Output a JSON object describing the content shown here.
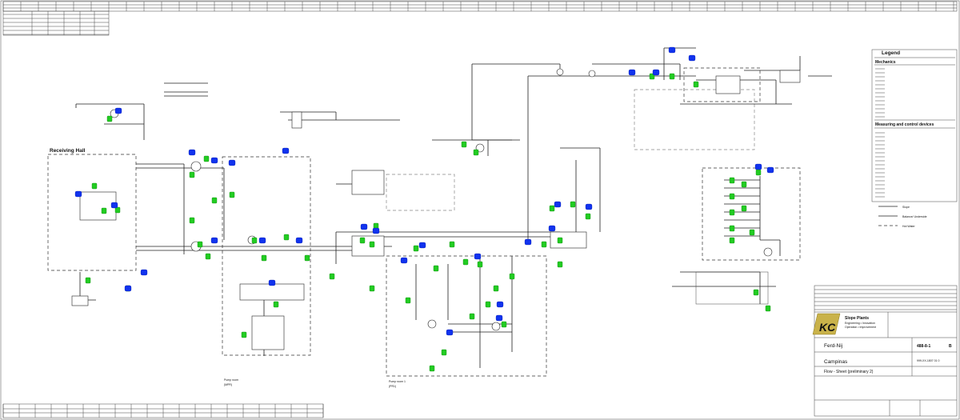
{
  "legend": {
    "title": "Legend",
    "mechanics_title": "Mechanics",
    "measuring_title": "Measuring and control devices",
    "line_types": [
      "Slope",
      "Balance/ Underside",
      "Hot Water"
    ]
  },
  "areas": {
    "receiving_hall": "Receiving Hall",
    "pump_room_left": "Pump room",
    "pump_room_left_code": "(MPR)",
    "pump_room_1": "Pump room 1",
    "pump_room_1_code": "(PR1)"
  },
  "title_block": {
    "company": "Slope Plants",
    "company_sub1": "Engineering • Innovation",
    "company_sub2": "Operation • Improvement",
    "project": "Ferd-Nij",
    "drawing_no": "488-8-1",
    "revision": "B",
    "client": "Campinas",
    "ref": "999-XX-1807 01 0",
    "title": "Flow - Sheet (preliminary 2)"
  },
  "colors": {
    "instrument_green": "#22cc22",
    "tag_blue": "#1133ee",
    "line": "#222222"
  }
}
